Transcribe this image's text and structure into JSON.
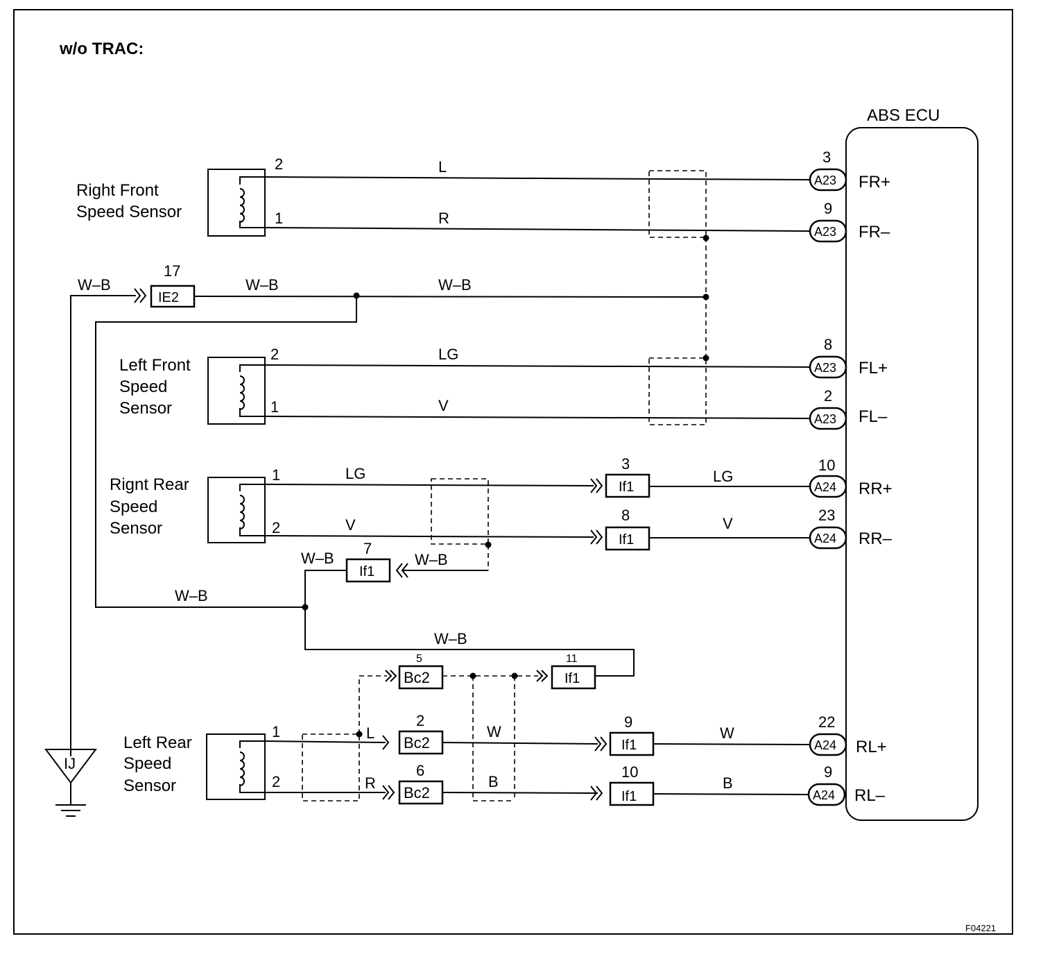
{
  "title": "w/o TRAC:",
  "figure_code": "F04221",
  "ecu": {
    "name": "ABS ECU",
    "pins": [
      {
        "num": "3",
        "conn": "A23",
        "label": "FR+"
      },
      {
        "num": "9",
        "conn": "A23",
        "label": "FR–"
      },
      {
        "num": "8",
        "conn": "A23",
        "label": "FL+"
      },
      {
        "num": "2",
        "conn": "A23",
        "label": "FL–"
      },
      {
        "num": "10",
        "conn": "A24",
        "label": "RR+"
      },
      {
        "num": "23",
        "conn": "A24",
        "label": "RR–"
      },
      {
        "num": "22",
        "conn": "A24",
        "label": "RL+"
      },
      {
        "num": "9",
        "conn": "A24",
        "label": "RL–"
      }
    ]
  },
  "sensors": [
    {
      "lines": [
        "Right Front",
        "Speed Sensor"
      ],
      "pin_top": "2",
      "pin_bottom": "1"
    },
    {
      "lines": [
        "Left Front",
        "Speed",
        "Sensor"
      ],
      "pin_top": "2",
      "pin_bottom": "1"
    },
    {
      "lines": [
        "Rignt Rear",
        "Speed",
        "Sensor"
      ],
      "pin_top": "1",
      "pin_bottom": "2"
    },
    {
      "lines": [
        "Left Rear",
        "Speed",
        "Sensor"
      ],
      "pin_top": "1",
      "pin_bottom": "2"
    }
  ],
  "wire_colors": {
    "fr_top": "L",
    "fr_bottom": "R",
    "ground_left": "W–B",
    "ground_mid": "W–B",
    "ground_right": "W–B",
    "fl_top": "LG",
    "fl_bottom": "V",
    "rr_top_left": "LG",
    "rr_bottom_left": "V",
    "rr_top_right": "LG",
    "rr_bottom_right": "V",
    "if1_7_left": "W–B",
    "if1_7_right": "W–B",
    "wb_left": "W–B",
    "wb_loop": "W–B",
    "rl_top_left": "L",
    "rl_bottom_left": "R",
    "rl_top_mid": "W",
    "rl_bottom_mid": "B",
    "rl_top_right": "W",
    "rl_bottom_right": "B"
  },
  "connectors": {
    "ie2": {
      "id": "IE2",
      "pin": "17"
    },
    "if1_rr_top": {
      "id": "If1",
      "pin": "3"
    },
    "if1_rr_bottom": {
      "id": "If1",
      "pin": "8"
    },
    "if1_wb": {
      "id": "If1",
      "pin": "7"
    },
    "bc2_5": {
      "id": "Bc2",
      "pin": "5"
    },
    "if1_11": {
      "id": "If1",
      "pin": "11"
    },
    "bc2_2": {
      "id": "Bc2",
      "pin": "2"
    },
    "bc2_6": {
      "id": "Bc2",
      "pin": "6"
    },
    "if1_9": {
      "id": "If1",
      "pin": "9"
    },
    "if1_10": {
      "id": "If1",
      "pin": "10"
    }
  },
  "ground": {
    "id": "IJ"
  }
}
